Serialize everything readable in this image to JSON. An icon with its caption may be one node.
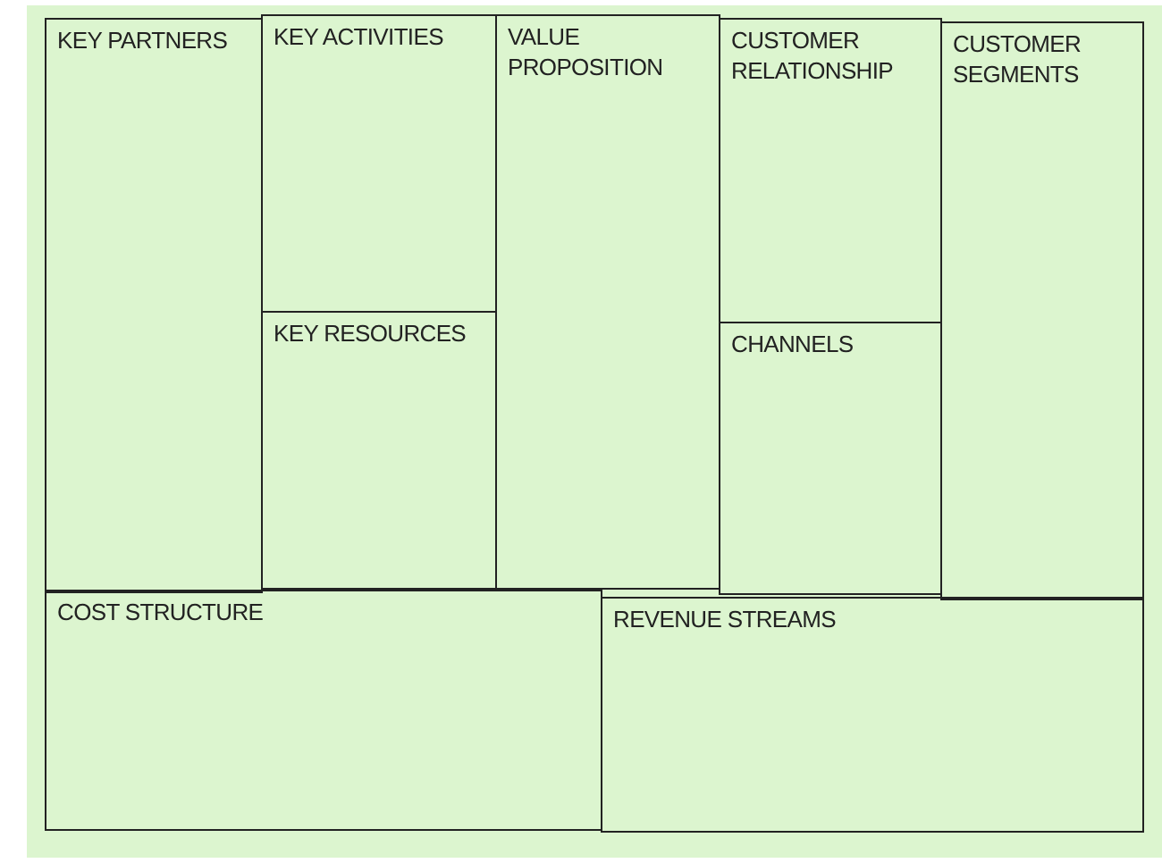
{
  "diagram": {
    "nodes": [
      {
        "text": [
          "KEY PARTNERS"
        ]
      },
      {
        "text": [
          "KEY ACTIVITIES"
        ]
      },
      {
        "text": [
          "KEY RESOURCES"
        ]
      },
      {
        "text": [
          "VALUE PROPOSITION"
        ]
      },
      {
        "text": [
          "CUSTOMER RELATIONSHIP"
        ]
      },
      {
        "text": [
          "CHANNELS"
        ]
      },
      {
        "text": [
          "CUSTOMER SEGMENTS"
        ]
      },
      {
        "text": [
          "COST STRUCTURE"
        ]
      },
      {
        "text": [
          "REVENUE STREAMS"
        ]
      }
    ]
  }
}
